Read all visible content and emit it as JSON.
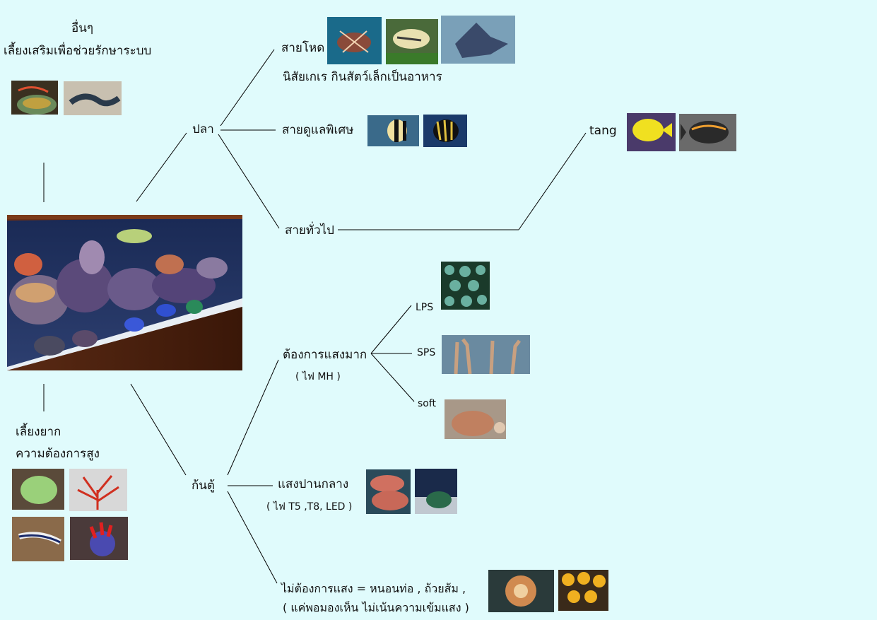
{
  "nodes": {
    "others_title": "อื่นๆ",
    "others_desc": "เลี้ยงเสริมเพื่อช่วยรักษาระบบ",
    "fish": "ปลา",
    "fish_aggressive": "สายโหด",
    "fish_aggressive_desc": "นิสัยเกเร กินสัตว์เล็กเป็นอาหาร",
    "fish_special_care": "สายดูแลพิเศษ",
    "fish_general": "สายทั่วไป",
    "tang": "tang",
    "coral": "ก้นตู้",
    "coral_high_light": "ต้องการแสงมาก",
    "coral_high_light_note": "( ไฟ MH )",
    "lps": "LPS",
    "sps": "SPS",
    "soft": "soft",
    "coral_medium_light": "แสงปานกลาง",
    "coral_medium_light_note": "( ไฟ T5 ,T8, LED )",
    "coral_no_light": "ไม่ต้องการแสง = หนอนท่อ , ถ้วยส้ม ,",
    "coral_no_light_note": "( แค่พอมองเห็น ไม่เน้นความเข้มแสง )",
    "hard_keep": "เลี้ยงยาก",
    "hard_keep_desc": "ความต้องการสูง"
  },
  "colors": {
    "background": "#e0fbfc",
    "line": "#000000"
  }
}
